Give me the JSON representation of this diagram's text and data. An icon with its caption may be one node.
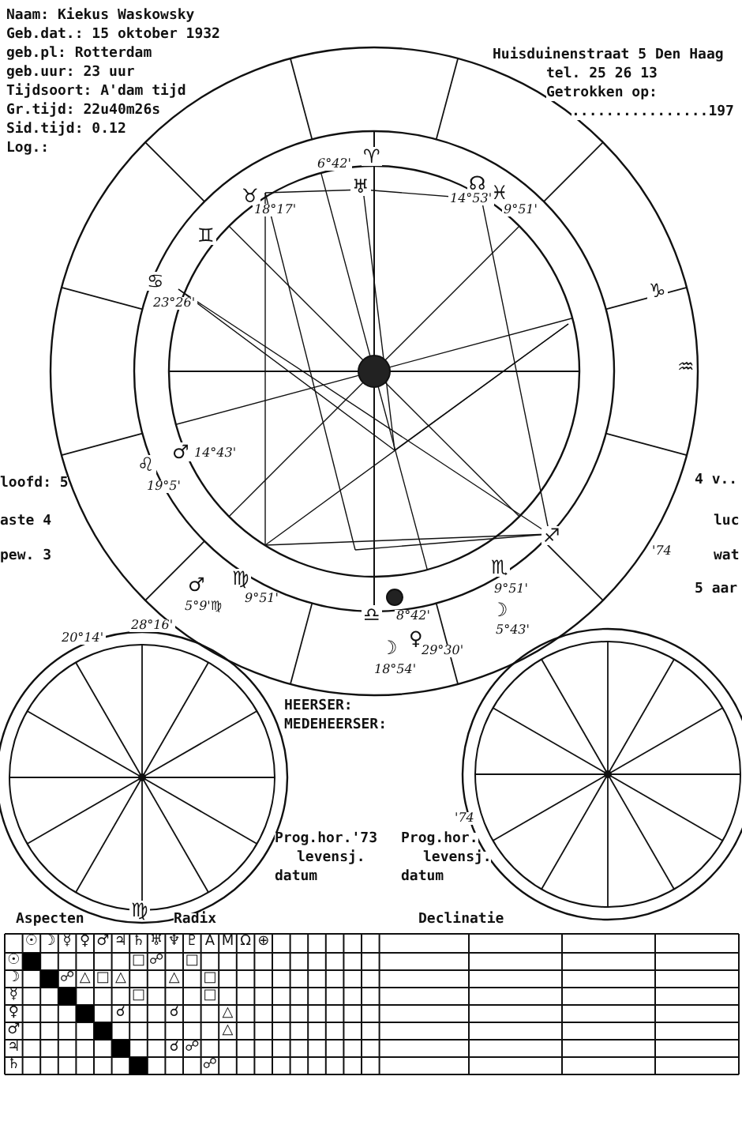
{
  "diagram": {
    "labels": [
      "Naam: Kiekus Waskowsky",
      "Geb.dat.: 15 oktober 1932",
      "geb.pl: Rotterdam",
      "geb.uur: 23 uur",
      "Tijdsoort: A'dam tijd",
      "Gr.tijd: 22u40m26s",
      "Sid.tijd: 0.12",
      "Log.:",
      "Huisduinenstraat 5 Den Haag",
      "tel. 25 26 13",
      "Getrokken op:",
      "................197",
      "loofd: 5",
      "aste 4",
      "pew. 3",
      "4 v..",
      "luc",
      "wat",
      "5 aar",
      "'74",
      "6°42'",
      "♈",
      "♉",
      "18°17'",
      "♓",
      "9°51'",
      "♊",
      "♋",
      "23°26'",
      "♑",
      "♒",
      "♌",
      "19°5'",
      "♍",
      "9°51'",
      "♎",
      "8°42'",
      "♏",
      "9°51'",
      "♐",
      "♂",
      "14°43'",
      "♂",
      "5°9'♍",
      "☽",
      "18°54'",
      "♀",
      "29°30'",
      "☽",
      "5°43'",
      "♅",
      "☊",
      "14°53'",
      "20°14'",
      "28°16'",
      "♍",
      "HEERSER:",
      "MEDEHEERSER:",
      "Prog.hor.'73",
      "levensj.",
      "datum",
      "'74",
      "Prog.hor.",
      "levensj.",
      "datum",
      "Aspecten",
      "Radix",
      "Declinatie",
      "☉",
      "☽",
      "☿",
      "♀",
      "♂",
      "♃",
      "♄",
      "♅",
      "♆",
      "♇",
      "A",
      "M",
      "Ω",
      "⊕",
      "☉",
      "□",
      "☍",
      "□",
      "☽",
      "☍",
      "△",
      "□",
      "△",
      "△",
      "□",
      "☿",
      "□",
      "□",
      "♀",
      "☌",
      "☌",
      "△",
      "♂",
      "△",
      "♃",
      "☌",
      "☍",
      "♄",
      "☍"
    ]
  }
}
